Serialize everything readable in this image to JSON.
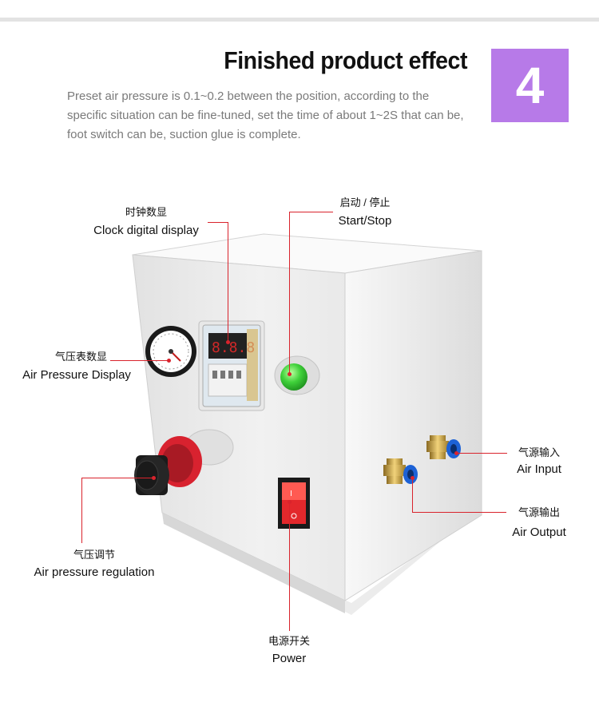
{
  "header": {
    "title": "Finished product effect",
    "description": "Preset air pressure is 0.1~0.2 between the position, according to the specific situation can be fine-tuned, set the time of about 1~2S that can be, foot switch can be, suction glue is complete.",
    "step_number": "4"
  },
  "colors": {
    "badge": "#b77ae8",
    "callout_line": "#d9232c",
    "title": "#111111",
    "description": "#7a7a7a"
  },
  "callouts": {
    "clock": {
      "cn": "时钟数显",
      "en": "Clock digital display"
    },
    "start_stop": {
      "cn": "启动 / 停止",
      "en": "Start/Stop"
    },
    "air_pressure_display": {
      "cn": "气压表数显",
      "en": "Air Pressure Display"
    },
    "air_input": {
      "cn": "气源输入",
      "en": "Air Input"
    },
    "air_output": {
      "cn": "气源输出",
      "en": "Air Output"
    },
    "air_pressure_regulation": {
      "cn": "气压调节",
      "en": "Air pressure regulation"
    },
    "power": {
      "cn": "电源开关",
      "en": "Power"
    }
  }
}
